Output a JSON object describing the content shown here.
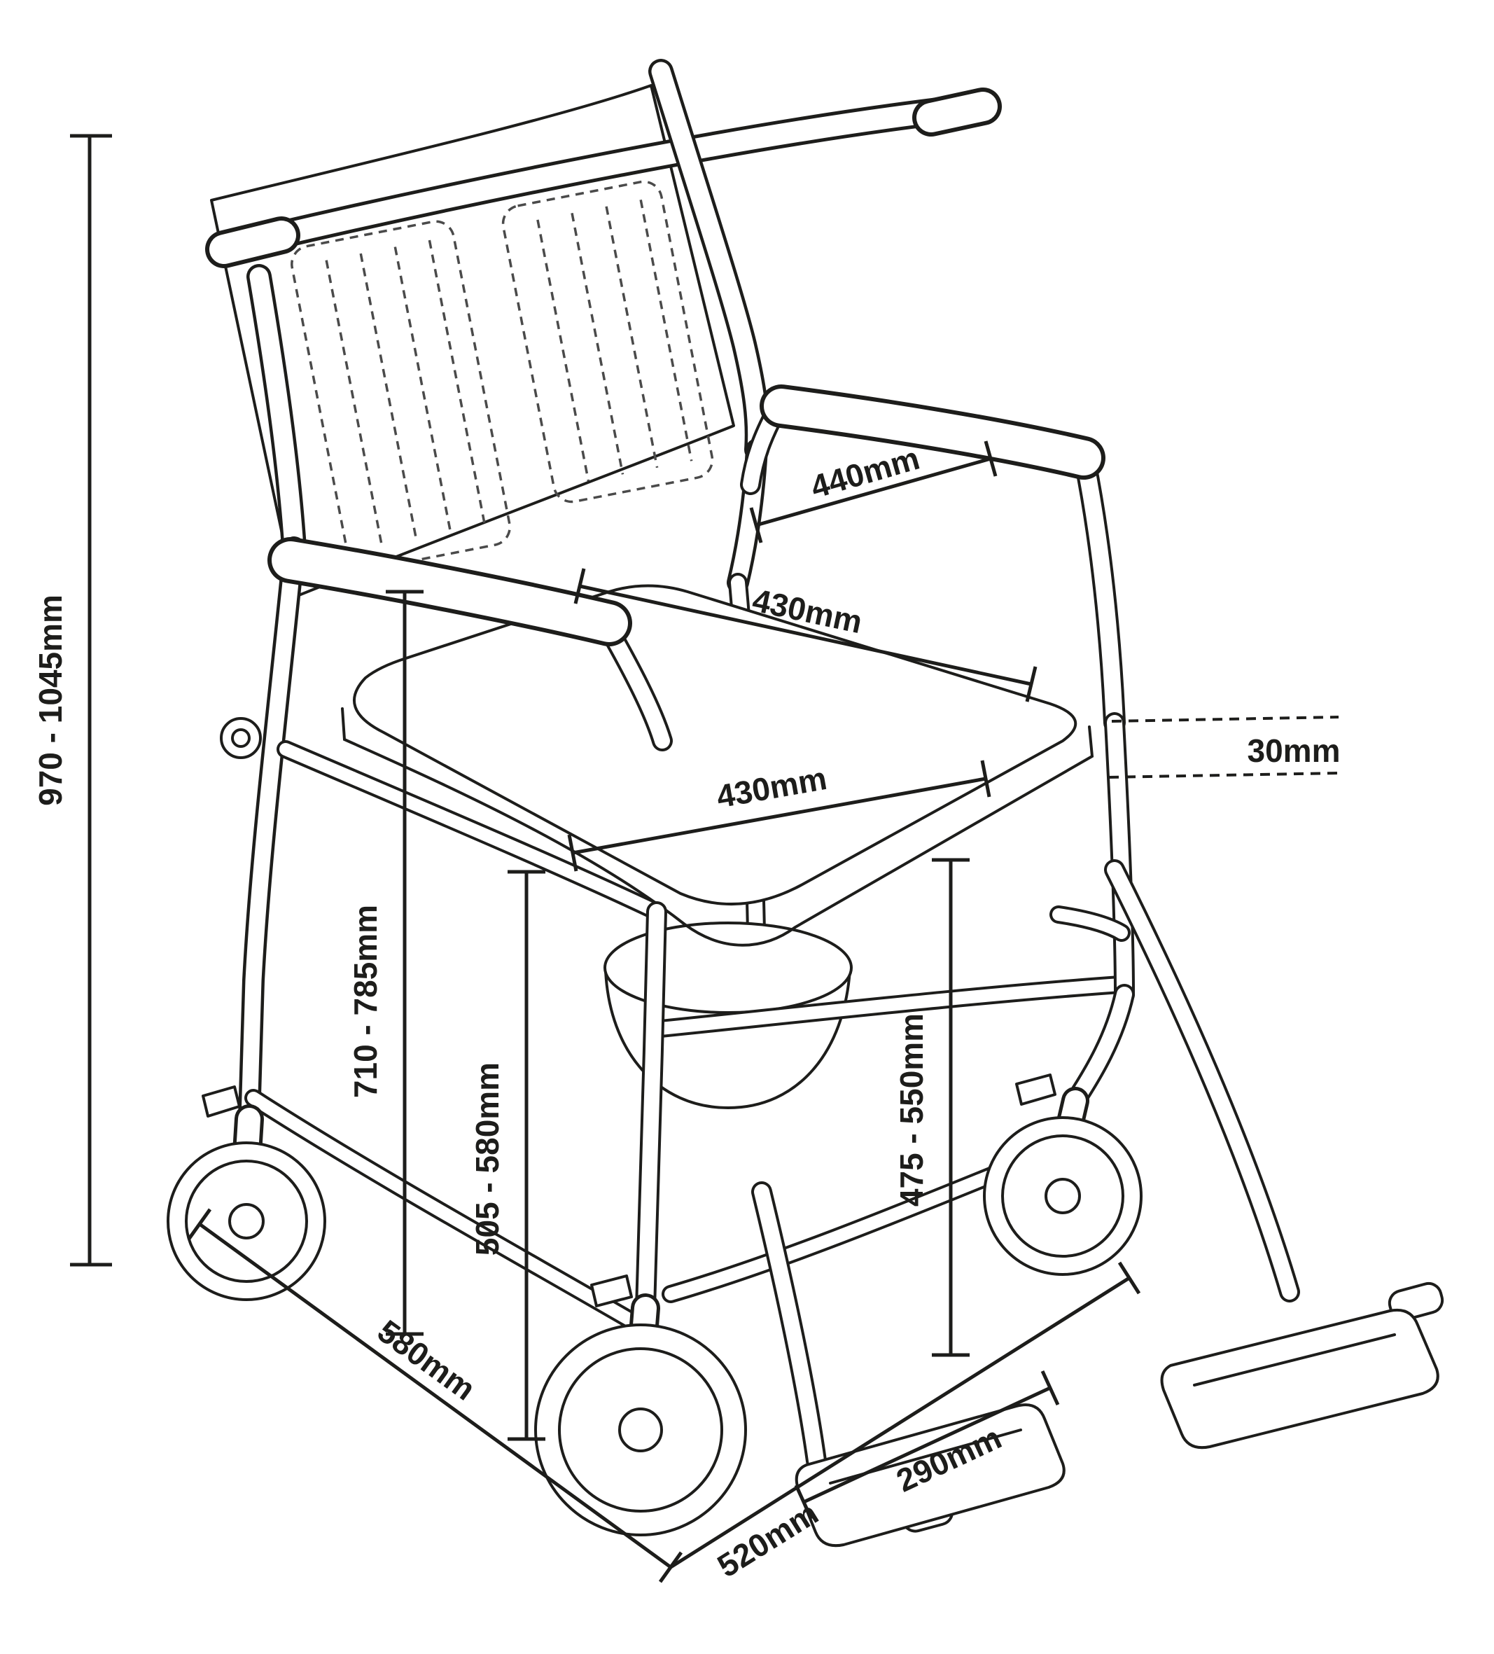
{
  "labels": {
    "overall_height": "970 - 1045mm",
    "armrest_width": "440mm",
    "seat_depth": "430mm",
    "seat_width": "430mm",
    "cushion_thickness": "30mm",
    "armrest_height": "710 - 785mm",
    "seat_height": "505 - 580mm",
    "rail_height": "475 - 550mm",
    "base_depth": "580mm",
    "base_width": "520mm",
    "footplate_width": "290mm"
  },
  "colors": {
    "line": "#1d1d1b",
    "background": "#ffffff",
    "dashed_detail": "#4a4a4a"
  }
}
